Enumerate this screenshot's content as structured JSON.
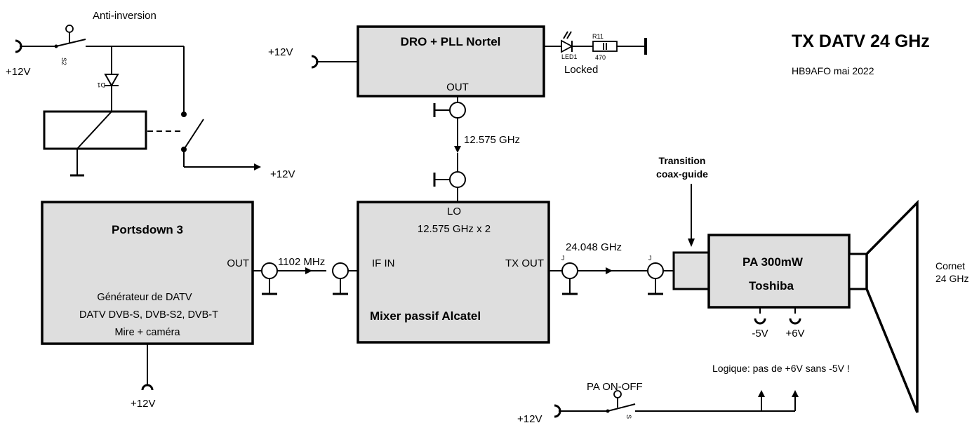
{
  "title": "TX DATV 24 GHz",
  "subtitle": "HB9AFO mai 2022",
  "anti_inversion": {
    "label": "Anti-inversion",
    "supply_in": "+12V",
    "supply_out": "+12V",
    "switch_ref": "S2",
    "diode_ref": "D1"
  },
  "dro": {
    "title": "DRO + PLL Nortel",
    "supply": "+12V",
    "out_label": "OUT",
    "led_ref": "LED1",
    "led_status": "Locked",
    "resistor_ref": "R11",
    "resistor_value": "470"
  },
  "lo_link": {
    "frequency": "12.575 GHz"
  },
  "portsdown": {
    "title": "Portsdown 3",
    "out_label": "OUT",
    "line1": "Générateur de DATV",
    "line2": "DATV DVB-S, DVB-S2, DVB-T",
    "line3": "Mire + caméra",
    "supply": "+12V"
  },
  "if_link": {
    "frequency": "1102 MHz"
  },
  "mixer": {
    "lo_label": "LO",
    "lo_freq": "12.575 GHz x 2",
    "if_in": "IF IN",
    "tx_out": "TX OUT",
    "title": "Mixer passif Alcatel"
  },
  "rf_link": {
    "frequency": "24.048 GHz",
    "connector": "J"
  },
  "transition": {
    "line1": "Transition",
    "line2": "coax-guide"
  },
  "pa": {
    "line1": "PA 300mW",
    "line2": "Toshiba",
    "neg_supply": "-5V",
    "pos_supply": "+6V",
    "logic_note": "Logique: pas de +6V sans -5V !"
  },
  "horn": {
    "line1": "Cornet",
    "line2": "24 GHz"
  },
  "pa_switch": {
    "label": "PA ON-OFF",
    "supply": "+12V",
    "switch_ref": "S"
  }
}
